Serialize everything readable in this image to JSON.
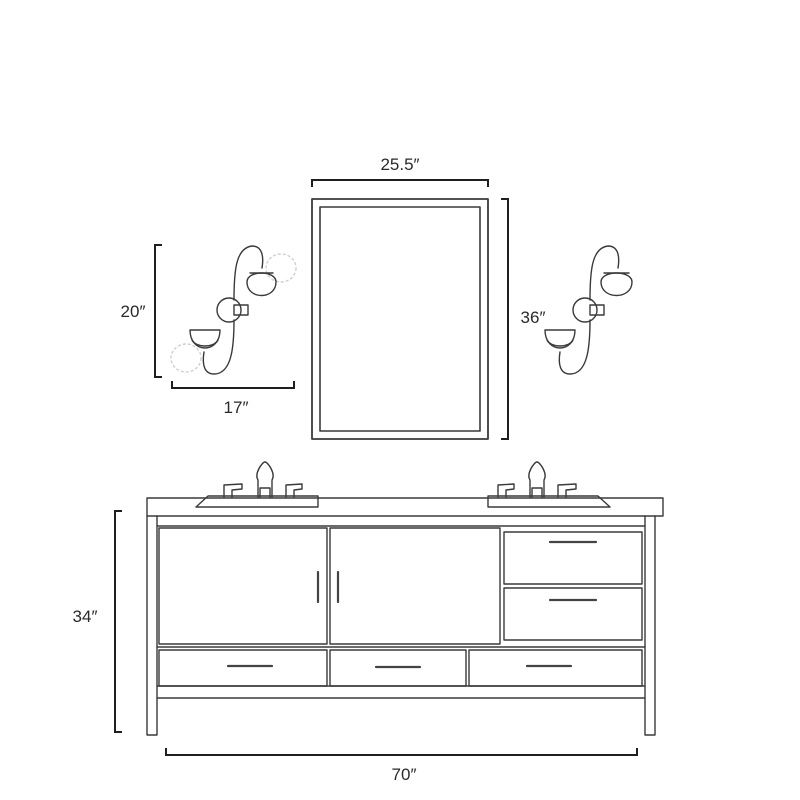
{
  "dimensions": {
    "mirror_width": "25.5″",
    "mirror_height": "36″",
    "sconce_height": "20″",
    "sconce_width": "17″",
    "vanity_height": "34″",
    "vanity_width": "70″"
  }
}
